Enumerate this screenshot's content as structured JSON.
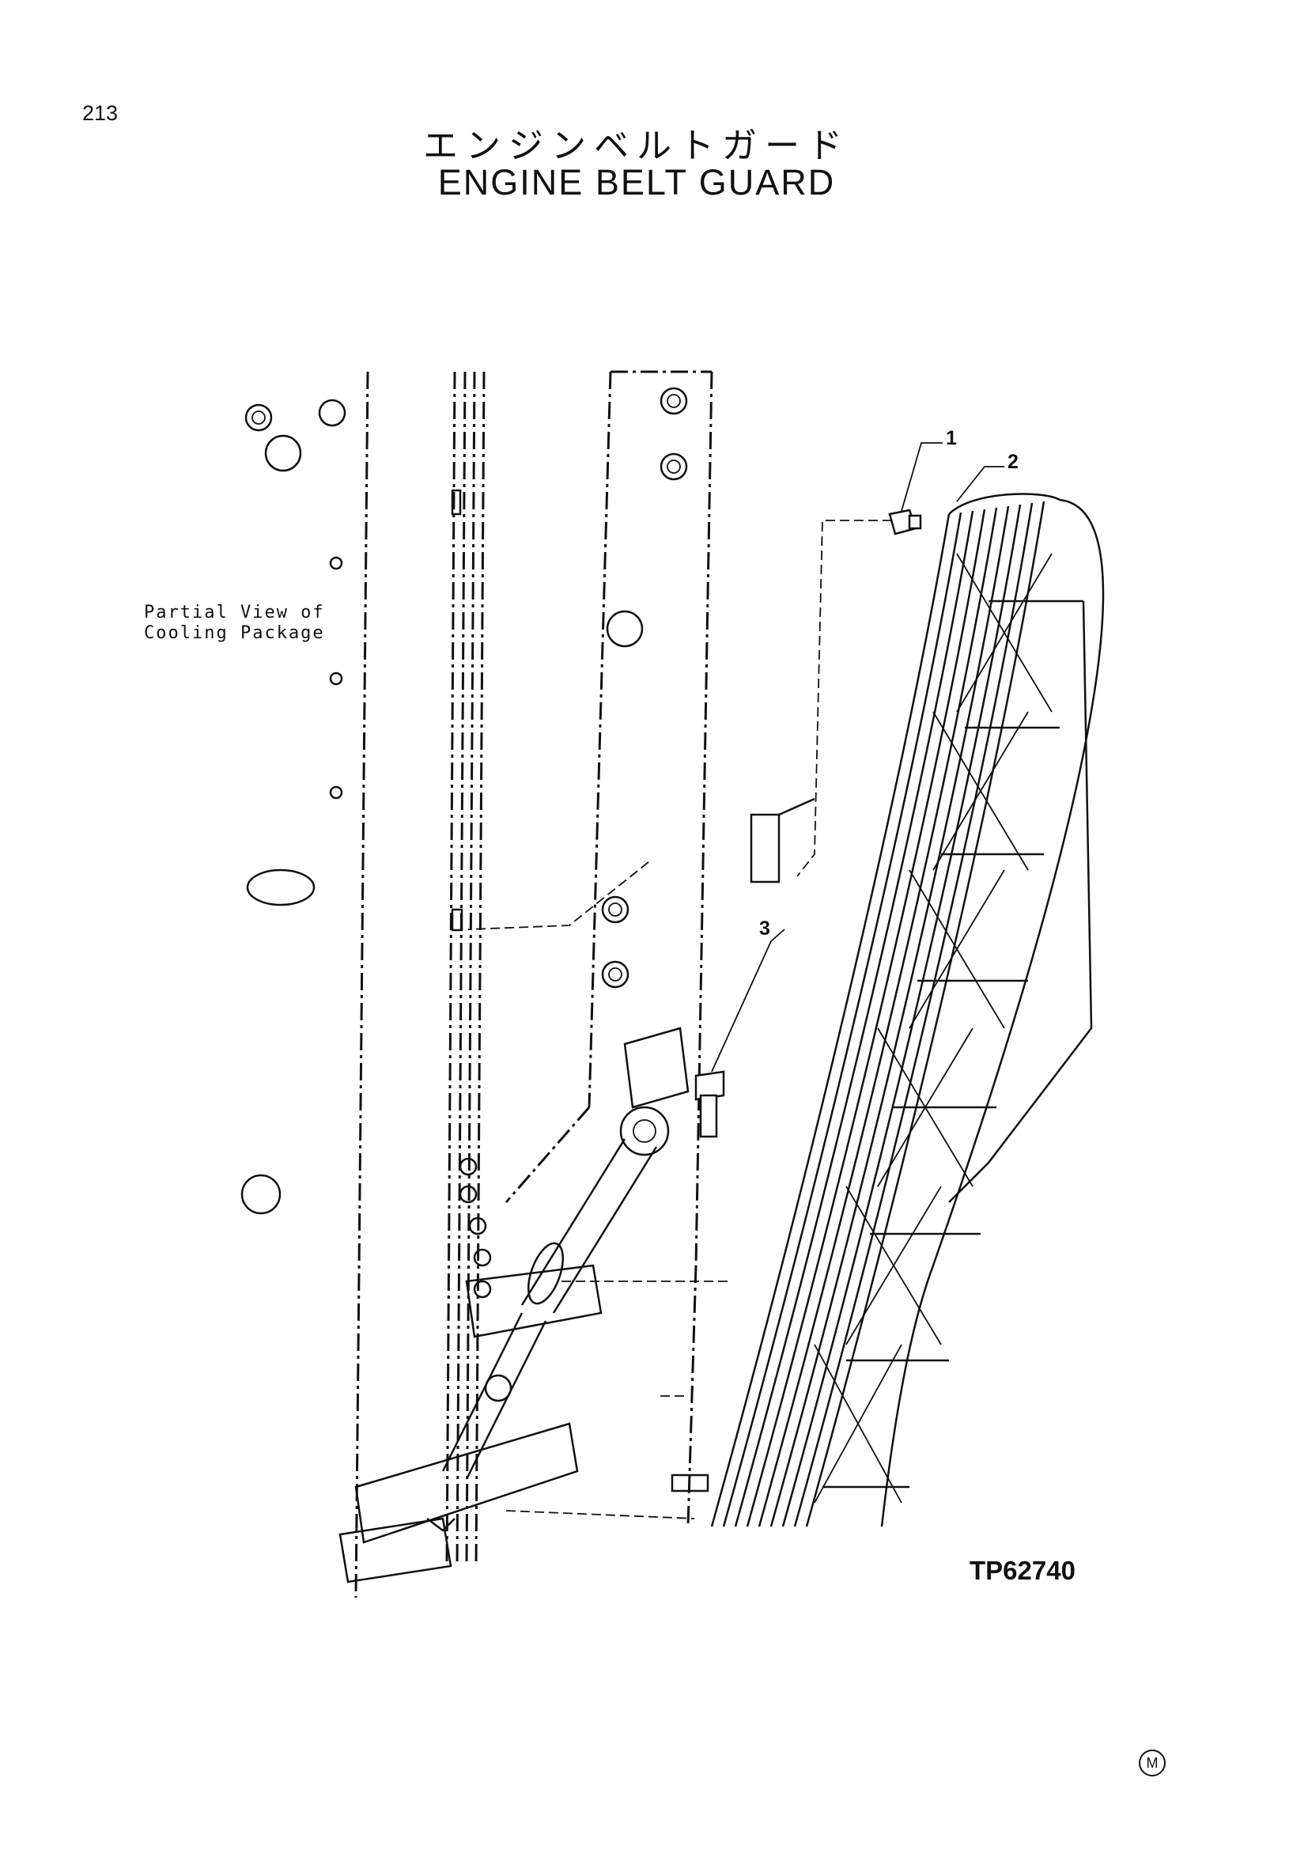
{
  "page_number": "213",
  "title_jp": "エンジンベルトガード",
  "title_en": "ENGINE BELT GUARD",
  "partial_view_label": "Partial View of\nCooling Package",
  "callouts": [
    "1",
    "2",
    "3"
  ],
  "drawing_code": "TP62740",
  "corner_symbol": "M"
}
